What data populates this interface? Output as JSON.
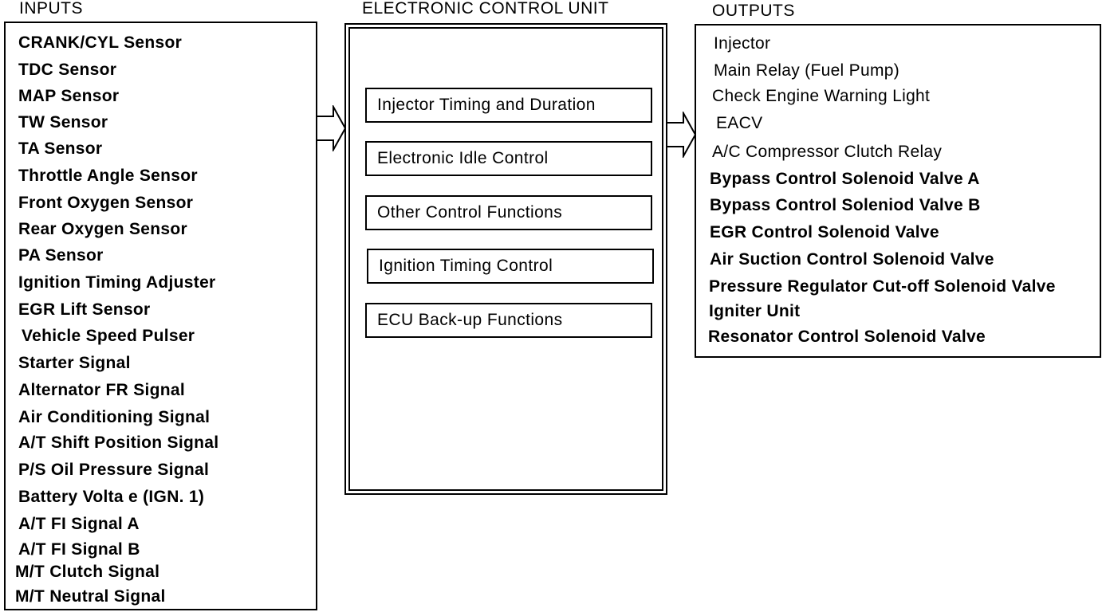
{
  "inputs": {
    "title": "INPUTS",
    "items": [
      "CRANK/CYL Sensor",
      "TDC Sensor",
      "MAP Sensor",
      "TW Sensor",
      "TA Sensor",
      "Throttle Angle Sensor",
      "Front Oxygen Sensor",
      "Rear Oxygen Sensor",
      "PA Sensor",
      "Ignition Timing Adjuster",
      "EGR Lift Sensor",
      "Vehicle Speed Pulser",
      "Starter Signal",
      "Alternator FR Signal",
      "Air Conditioning Signal",
      "A/T Shift Position Signal",
      "P/S Oil Pressure Signal",
      "Battery Volta e (IGN. 1)",
      "A/T FI Signal A",
      "A/T FI Signal B",
      "M/T Clutch Signal",
      "M/T Neutral Signal"
    ]
  },
  "ecu": {
    "title": "ELECTRONIC CONTROL UNIT",
    "functions": [
      "Injector Timing and Duration",
      "Electronic Idle Control",
      "Other Control Functions",
      "Ignition Timing Control",
      "ECU Back-up Functions"
    ]
  },
  "outputs": {
    "title": "OUTPUTS",
    "items": [
      "Injector",
      "Main Relay (Fuel Pump)",
      "Check Engine Warning Light",
      "EACV",
      "A/C Compressor Clutch Relay",
      "Bypass Control Solenoid Valve A",
      "Bypass Control Soleniod Valve B",
      "EGR Control Solenoid Valve",
      "Air Suction Control Solenoid Valve",
      "Pressure Regulator Cut-off Solenoid Valve",
      "Igniter Unit",
      "Resonator Control Solenoid Valve"
    ]
  }
}
